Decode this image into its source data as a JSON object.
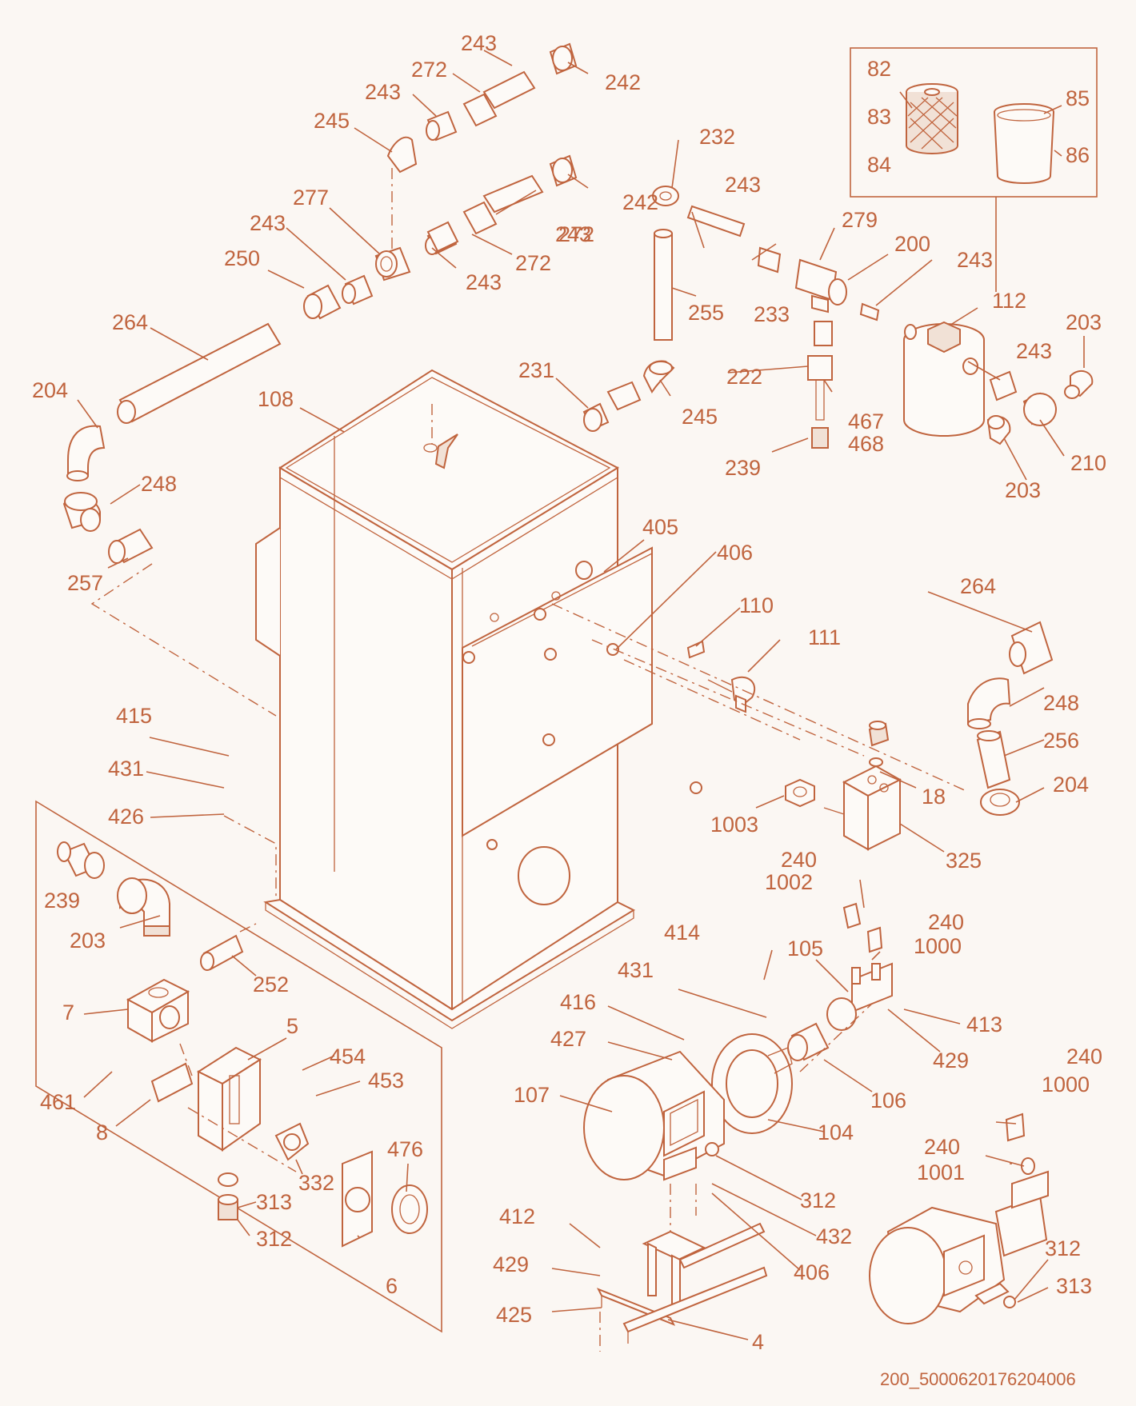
{
  "colors": {
    "accent": "#c0643e",
    "background": "#fbf7f3"
  },
  "diagram": {
    "footer_code": "200_5000620176204006",
    "labels": [
      {
        "text": "243"
      },
      {
        "text": "272"
      },
      {
        "text": "242"
      },
      {
        "text": "243"
      },
      {
        "text": "245"
      },
      {
        "text": "232"
      },
      {
        "text": "242"
      },
      {
        "text": "277"
      },
      {
        "text": "243"
      },
      {
        "text": "243"
      },
      {
        "text": "272"
      },
      {
        "text": "250"
      },
      {
        "text": "243"
      },
      {
        "text": "272"
      },
      {
        "text": "243"
      },
      {
        "text": "279"
      },
      {
        "text": "200"
      },
      {
        "text": "243"
      },
      {
        "text": "255"
      },
      {
        "text": "233"
      },
      {
        "text": "264"
      },
      {
        "text": "231"
      },
      {
        "text": "222"
      },
      {
        "text": "245"
      },
      {
        "text": "467"
      },
      {
        "text": "468"
      },
      {
        "text": "239"
      },
      {
        "text": "108"
      },
      {
        "text": "204"
      },
      {
        "text": "248"
      },
      {
        "text": "257"
      },
      {
        "text": "405"
      },
      {
        "text": "406"
      },
      {
        "text": "110"
      },
      {
        "text": "111"
      },
      {
        "text": "82"
      },
      {
        "text": "83"
      },
      {
        "text": "84"
      },
      {
        "text": "85"
      },
      {
        "text": "86"
      },
      {
        "text": "112"
      },
      {
        "text": "203"
      },
      {
        "text": "243"
      },
      {
        "text": "210"
      },
      {
        "text": "203"
      },
      {
        "text": "264"
      },
      {
        "text": "248"
      },
      {
        "text": "256"
      },
      {
        "text": "204"
      },
      {
        "text": "18"
      },
      {
        "text": "1003"
      },
      {
        "text": "325"
      },
      {
        "text": "415"
      },
      {
        "text": "431"
      },
      {
        "text": "426"
      },
      {
        "text": "239"
      },
      {
        "text": "203"
      },
      {
        "text": "252"
      },
      {
        "text": "7"
      },
      {
        "text": "5"
      },
      {
        "text": "454"
      },
      {
        "text": "453"
      },
      {
        "text": "461"
      },
      {
        "text": "8"
      },
      {
        "text": "332"
      },
      {
        "text": "476"
      },
      {
        "text": "313"
      },
      {
        "text": "312"
      },
      {
        "text": "6"
      },
      {
        "text": "240"
      },
      {
        "text": "1002"
      },
      {
        "text": "240"
      },
      {
        "text": "1000"
      },
      {
        "text": "414"
      },
      {
        "text": "105"
      },
      {
        "text": "431"
      },
      {
        "text": "413"
      },
      {
        "text": "416"
      },
      {
        "text": "429"
      },
      {
        "text": "427"
      },
      {
        "text": "106"
      },
      {
        "text": "107"
      },
      {
        "text": "104"
      },
      {
        "text": "312"
      },
      {
        "text": "432"
      },
      {
        "text": "406"
      },
      {
        "text": "412"
      },
      {
        "text": "429"
      },
      {
        "text": "425"
      },
      {
        "text": "4"
      },
      {
        "text": "240"
      },
      {
        "text": "1000"
      },
      {
        "text": "240"
      },
      {
        "text": "1001"
      },
      {
        "text": "312"
      },
      {
        "text": "313"
      }
    ]
  }
}
